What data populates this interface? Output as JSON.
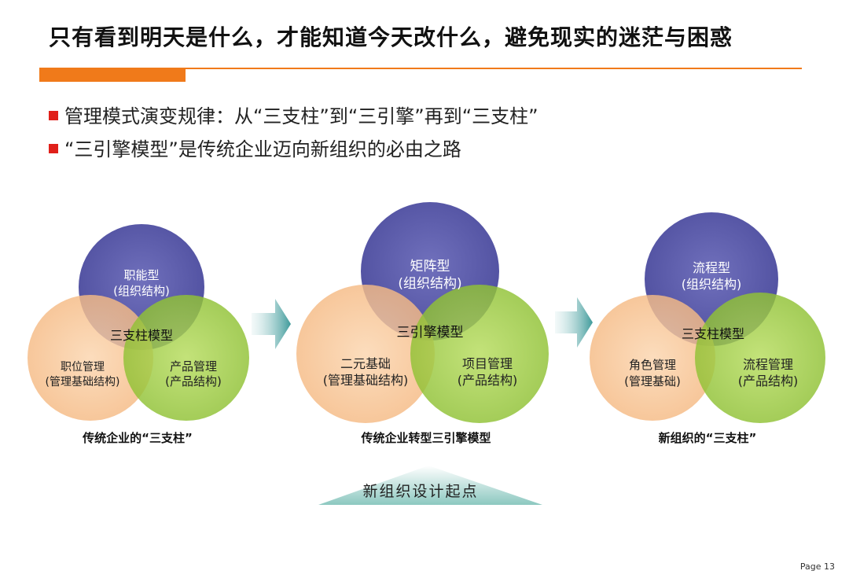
{
  "title": "只有看到明天是什么，才能知道今天改什么，避免现实的迷茫与困惑",
  "bullets": [
    "管理模式演变规律：从“三支柱”到“三引擎”再到“三支柱”",
    "“三引擎模型”是传统企业迈向新组织的必由之路"
  ],
  "diagrams": [
    {
      "top_line1": "职能型",
      "top_line2": "(组织结构)",
      "left_line1": "职位管理",
      "left_line2": "(管理基础结构)",
      "right_line1": "产品管理",
      "right_line2": "(产品结构)",
      "center": "三支柱模型",
      "caption": "传统企业的“三支柱”"
    },
    {
      "top_line1": "矩阵型",
      "top_line2": "(组织结构)",
      "left_line1": "二元基础",
      "left_line2": "(管理基础结构)",
      "right_line1": "项目管理",
      "right_line2": "(产品结构)",
      "center": "三引擎模型",
      "caption": "传统企业转型三引擎模型"
    },
    {
      "top_line1": "流程型",
      "top_line2": "(组织结构)",
      "left_line1": "角色管理",
      "left_line2": "(管理基础)",
      "right_line1": "流程管理",
      "right_line2": "(产品结构)",
      "center": "三支柱模型",
      "caption": "新组织的“三支柱”"
    }
  ],
  "triangle_label": "新组织设计起点",
  "page_label": "Page 13",
  "colors": {
    "accent_orange": "#f07a1a",
    "bullet_red": "#e0201a",
    "circle_purple": "#5a5aa8",
    "circle_peach": "#f7c494",
    "circle_green": "#9ccc3c",
    "arrow_teal": "#5aa8a8"
  }
}
